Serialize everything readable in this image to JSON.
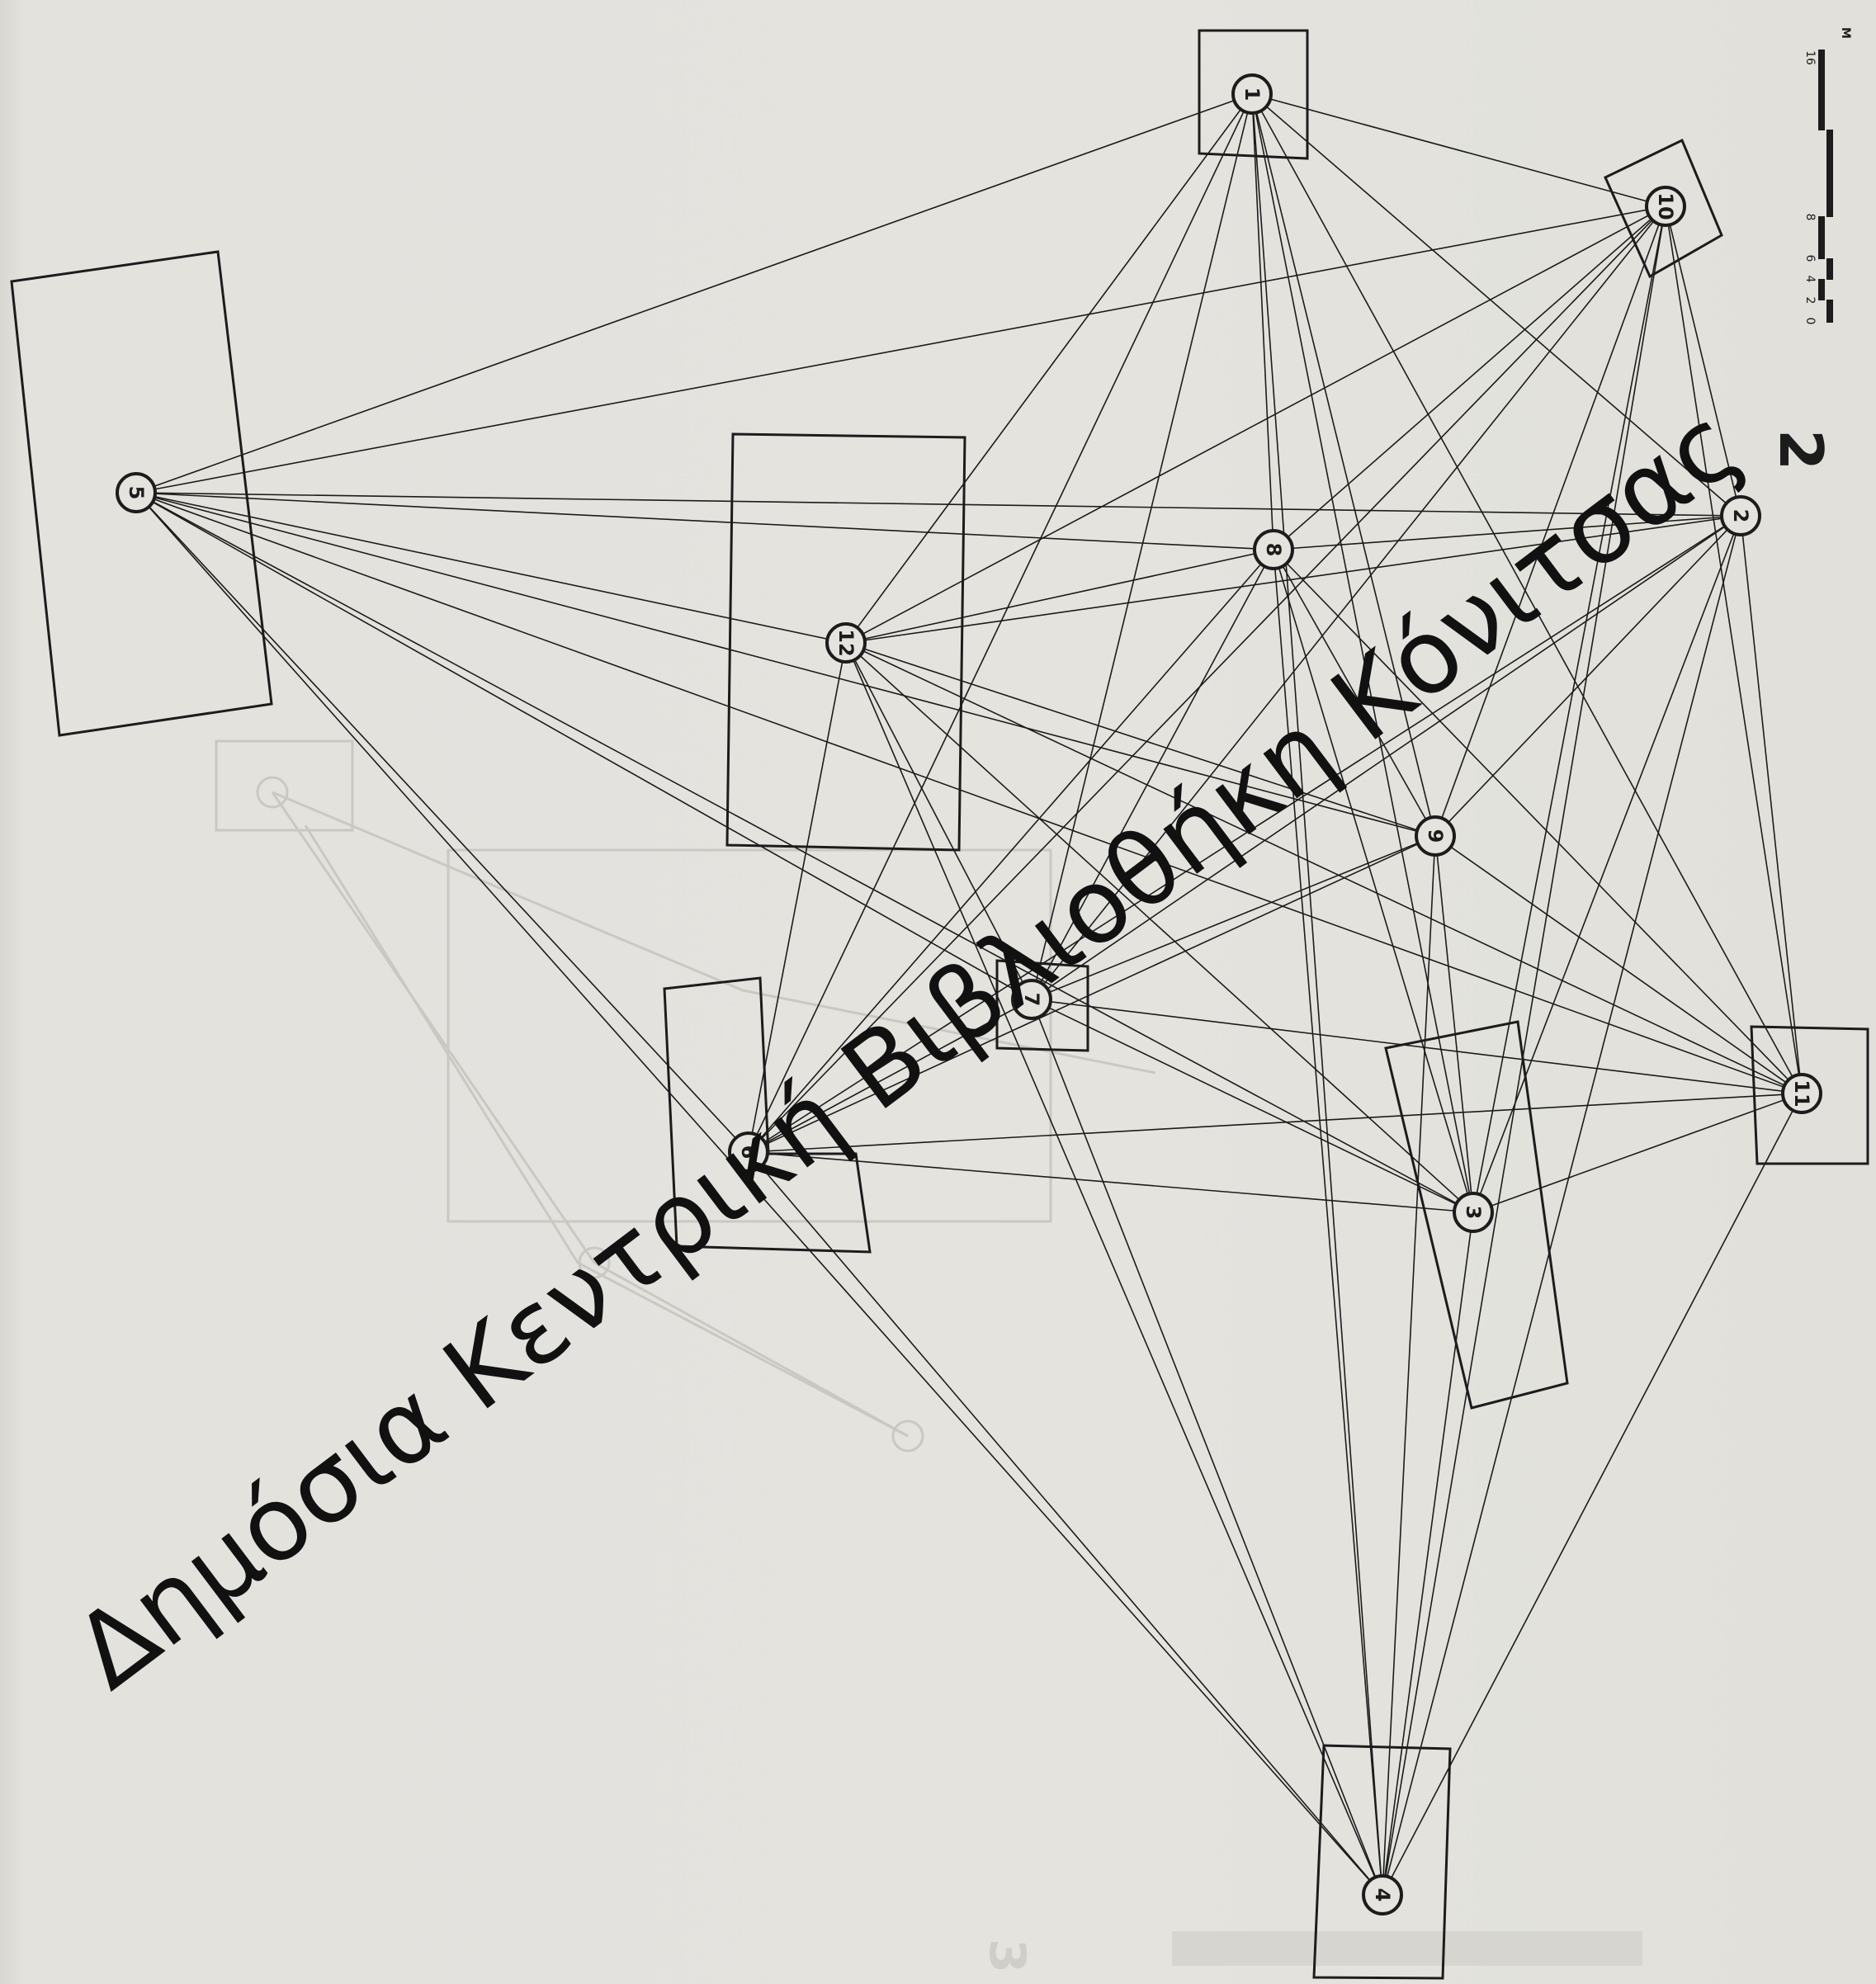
{
  "figure_number": "2",
  "ghost_figure_number": "3",
  "scale_bar": {
    "ticks": [
      "0",
      "2",
      "4",
      "6",
      "8",
      "16"
    ],
    "unit": "M"
  },
  "watermark": "Δημόσια Κεντρική Βιβλιοθήκη Κόνιτσας",
  "nodes": [
    {
      "id": "1",
      "label": "1"
    },
    {
      "id": "2",
      "label": "2"
    },
    {
      "id": "3",
      "label": "3"
    },
    {
      "id": "4",
      "label": "4"
    },
    {
      "id": "5",
      "label": "5"
    },
    {
      "id": "6",
      "label": "6"
    },
    {
      "id": "7",
      "label": "7"
    },
    {
      "id": "8",
      "label": "8"
    },
    {
      "id": "9",
      "label": "9"
    },
    {
      "id": "10",
      "label": "10"
    },
    {
      "id": "11",
      "label": "11"
    },
    {
      "id": "12",
      "label": "12"
    }
  ],
  "edges": [
    [
      "5",
      "1"
    ],
    [
      "5",
      "10"
    ],
    [
      "5",
      "2"
    ],
    [
      "5",
      "8"
    ],
    [
      "5",
      "12"
    ],
    [
      "5",
      "9"
    ],
    [
      "5",
      "7"
    ],
    [
      "5",
      "6"
    ],
    [
      "5",
      "11"
    ],
    [
      "5",
      "3"
    ],
    [
      "5",
      "4"
    ],
    [
      "1",
      "10"
    ],
    [
      "1",
      "8"
    ],
    [
      "1",
      "2"
    ],
    [
      "1",
      "12"
    ],
    [
      "1",
      "9"
    ],
    [
      "1",
      "7"
    ],
    [
      "1",
      "6"
    ],
    [
      "1",
      "3"
    ],
    [
      "1",
      "11"
    ],
    [
      "1",
      "4"
    ],
    [
      "10",
      "8"
    ],
    [
      "10",
      "12"
    ],
    [
      "10",
      "2"
    ],
    [
      "10",
      "9"
    ],
    [
      "10",
      "7"
    ],
    [
      "10",
      "6"
    ],
    [
      "10",
      "3"
    ],
    [
      "10",
      "11"
    ],
    [
      "10",
      "4"
    ],
    [
      "2",
      "8"
    ],
    [
      "2",
      "12"
    ],
    [
      "2",
      "9"
    ],
    [
      "2",
      "7"
    ],
    [
      "2",
      "6"
    ],
    [
      "2",
      "3"
    ],
    [
      "2",
      "11"
    ],
    [
      "2",
      "4"
    ],
    [
      "8",
      "12"
    ],
    [
      "8",
      "9"
    ],
    [
      "8",
      "7"
    ],
    [
      "8",
      "6"
    ],
    [
      "8",
      "3"
    ],
    [
      "8",
      "11"
    ],
    [
      "8",
      "4"
    ],
    [
      "12",
      "9"
    ],
    [
      "12",
      "7"
    ],
    [
      "12",
      "6"
    ],
    [
      "12",
      "3"
    ],
    [
      "12",
      "11"
    ],
    [
      "12",
      "4"
    ],
    [
      "9",
      "7"
    ],
    [
      "9",
      "6"
    ],
    [
      "9",
      "3"
    ],
    [
      "9",
      "11"
    ],
    [
      "9",
      "4"
    ],
    [
      "7",
      "6"
    ],
    [
      "7",
      "3"
    ],
    [
      "7",
      "11"
    ],
    [
      "7",
      "4"
    ],
    [
      "6",
      "3"
    ],
    [
      "6",
      "11"
    ],
    [
      "6",
      "4"
    ],
    [
      "3",
      "11"
    ],
    [
      "3",
      "4"
    ],
    [
      "11",
      "4"
    ]
  ]
}
